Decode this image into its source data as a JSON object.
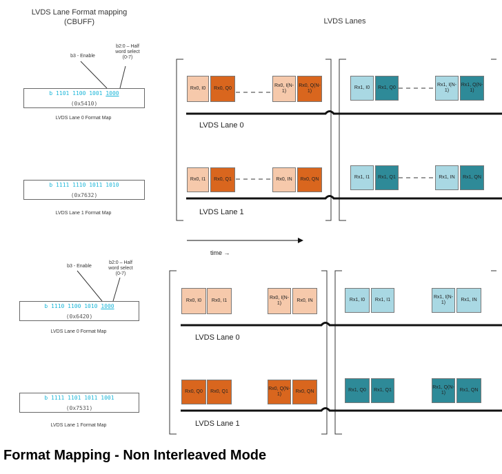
{
  "header": {
    "left_title_line1": "LVDS Lane Format mapping",
    "left_title_line2": "(CBUFF)",
    "right_title": "LVDS Lanes"
  },
  "top": {
    "annot_enable": "b3 - Enable",
    "annot_half_line1": "b2:0 – Half",
    "annot_half_line2": "word select",
    "annot_half_line3": "(0-7)",
    "map0": {
      "bits_main": "b 1101 1100 1001 ",
      "bits_ul": "1000",
      "hex": "(0x5410)",
      "label": "LVDS Lane 0 Format Map"
    },
    "map1": {
      "bits_main": "b 1111 1110 1011 1010",
      "hex": "(0x7632)",
      "label": "LVDS Lane 1 Format Map"
    },
    "lane0_label": "LVDS Lane 0",
    "lane1_label": "LVDS Lane 1",
    "lane0_cells": [
      "Rx0, I0",
      "Rx0, Q0",
      "Rx0, I(N-1)",
      "Rx0, Q(N-1)",
      "Rx1, I0",
      "Rx1, Q0",
      "Rx1, I(N-1)",
      "Rx1, Q(N-1)"
    ],
    "lane1_cells": [
      "Rx0, I1",
      "Rx0, Q1",
      "Rx0, IN",
      "Rx0, QN",
      "Rx1, I1",
      "Rx1, Q1",
      "Rx1, IN",
      "Rx1, QN"
    ]
  },
  "time_label": "time →",
  "bottom": {
    "annot_enable": "b3 - Enable",
    "annot_half_line1": "b2:0 – Half",
    "annot_half_line2": "word select",
    "annot_half_line3": "(0-7)",
    "map0": {
      "bits_main": "b 1110 1100 1010 ",
      "bits_ul": "1000",
      "hex": "(0x6420)",
      "label": "LVDS Lane 0 Format Map"
    },
    "map1": {
      "bits_main": "b 1111 1101 1011 1001",
      "hex": "(0x7531)",
      "label": "LVDS Lane 1 Format Map"
    },
    "lane0_label": "LVDS Lane 0",
    "lane1_label": "LVDS Lane 1",
    "lane0_cells": [
      "Rx0, I0",
      "Rx0, I1",
      "Rx0, I(N-1)",
      "Rx0, IN",
      "Rx1, I0",
      "Rx1, I1",
      "Rx1, I(N-1)",
      "Rx1, IN"
    ],
    "lane1_cells": [
      "Rx0, Q0",
      "Rx0, Q1",
      "Rx0, Q(N-1)",
      "Rx0, QN",
      "Rx1, Q0",
      "Rx1, Q1",
      "Rx1, Q(N-1)",
      "Rx1, QN"
    ]
  },
  "footer": {
    "title": "Format Mapping - Non Interleaved Mode"
  },
  "colors": {
    "peach": "#f6c9ab",
    "orange": "#d9661e",
    "light_blue": "#a9d8e3",
    "teal": "#2e8a98"
  }
}
